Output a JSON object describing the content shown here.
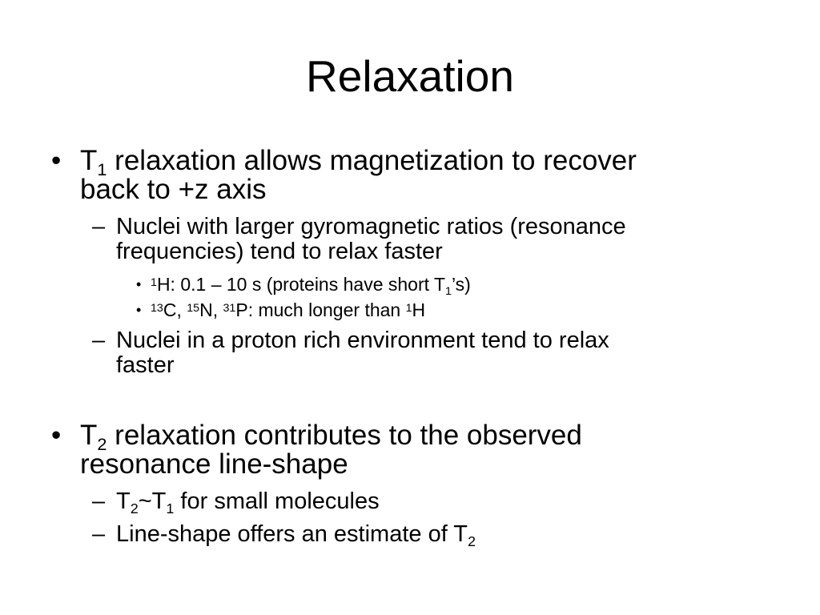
{
  "slide": {
    "title": "Relaxation",
    "bullet_symbol": "•",
    "dash_symbol": "–",
    "small_bullet_symbol": "•",
    "items": {
      "t1": {
        "t": "T",
        "sub": "1",
        "line1": " relaxation allows magnetization to recover",
        "line2": "back to +z axis"
      },
      "gyro": {
        "line1": "Nuclei with larger gyromagnetic ratios (resonance",
        "line2": "frequencies) tend to relax faster"
      },
      "h1": {
        "sup": "1",
        "pre": "H: 0.1 – 10 s (proteins have short T",
        "sub": "1",
        "post": "’s)"
      },
      "others": {
        "sup_c": "13",
        "c": "C, ",
        "sup_n": "15",
        "n": "N, ",
        "sup_p": "31",
        "p": "P: much longer than ",
        "sup_h": "1",
        "h": "H"
      },
      "proton": {
        "line1": "Nuclei in a proton rich environment tend to relax",
        "line2": "faster"
      },
      "t2": {
        "t": "T",
        "sub": "2",
        "line1": " relaxation contributes to the observed",
        "line2": "resonance line-shape"
      },
      "small": {
        "t_a": "T",
        "sub_a": "2",
        "tilde": "~T",
        "sub_b": "1",
        "rest": " for small molecules"
      },
      "lineshape": {
        "pre": "Line-shape offers an estimate of T",
        "sub": "2"
      }
    }
  }
}
